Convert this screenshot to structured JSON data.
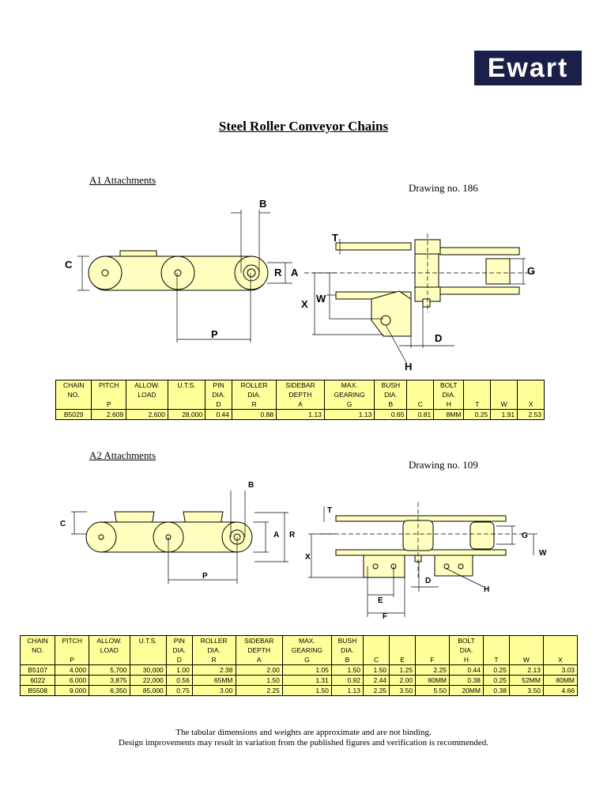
{
  "logo": "Ewart",
  "title": "Steel Roller Conveyor Chains",
  "a1": {
    "heading": "A1 Attachments",
    "drawing_no": "Drawing no. 186",
    "labels": {
      "B": "B",
      "C": "C",
      "R": "R",
      "A": "A",
      "P": "P",
      "T": "T",
      "G": "G",
      "X": "X",
      "W": "W",
      "D": "D",
      "H": "H"
    },
    "headers": [
      [
        "CHAIN",
        "NO.",
        ""
      ],
      [
        "PITCH",
        "",
        "P"
      ],
      [
        "ALLOW.",
        "LOAD",
        ""
      ],
      [
        "U.T.S.",
        "",
        ""
      ],
      [
        "PIN",
        "DIA.",
        "D"
      ],
      [
        "ROLLER",
        "DIA.",
        "R"
      ],
      [
        "SIDEBAR",
        "DEPTH",
        "A"
      ],
      [
        "MAX.",
        "GEARING",
        "G"
      ],
      [
        "BUSH",
        "DIA.",
        "B"
      ],
      [
        "",
        "",
        "C"
      ],
      [
        "BOLT",
        "DIA.",
        "H"
      ],
      [
        "",
        "",
        "T"
      ],
      [
        "",
        "",
        "W"
      ],
      [
        "",
        "",
        "X"
      ]
    ],
    "rows": [
      [
        "B5029",
        "2.609",
        "2,600",
        "28,000",
        "0.44",
        "0.88",
        "1.13",
        "1.13",
        "0.65",
        "0.81",
        "8MM",
        "0.25",
        "1.91",
        "2.53"
      ]
    ]
  },
  "a2": {
    "heading": "A2 Attachments",
    "drawing_no": "Drawing no. 109",
    "labels": {
      "B": "B",
      "C": "C",
      "R": "R",
      "A": "A",
      "P": "P",
      "T": "T",
      "G": "G",
      "X": "X",
      "W": "W",
      "D": "D",
      "H": "H",
      "E": "E",
      "F": "F"
    },
    "headers": [
      [
        "CHAIN",
        "NO.",
        ""
      ],
      [
        "PITCH",
        "",
        "P"
      ],
      [
        "ALLOW.",
        "LOAD",
        ""
      ],
      [
        "U.T.S.",
        "",
        ""
      ],
      [
        "PIN",
        "DIA.",
        "D"
      ],
      [
        "ROLLER",
        "DIA.",
        "R"
      ],
      [
        "SIDEBAR",
        "DEPTH",
        "A"
      ],
      [
        "MAX.",
        "GEARING",
        "G"
      ],
      [
        "BUSH",
        "DIA.",
        "B"
      ],
      [
        "",
        "",
        "C"
      ],
      [
        "",
        "",
        "E"
      ],
      [
        "",
        "",
        "F"
      ],
      [
        "BOLT",
        "DIA.",
        "H"
      ],
      [
        "",
        "",
        "T"
      ],
      [
        "",
        "",
        "W"
      ],
      [
        "",
        "",
        "X"
      ]
    ],
    "rows": [
      [
        "B5107",
        "4.000",
        "5,700",
        "30,000",
        "1.00",
        "2.38",
        "2.00",
        "1.05",
        "1.50",
        "1.50",
        "1.25",
        "2.25",
        "0.44",
        "0.25",
        "2.13",
        "3.03"
      ],
      [
        "6022",
        "6.000",
        "3,875",
        "22,000",
        "0.56",
        "65MM",
        "1.50",
        "1.31",
        "0.92",
        "2.44",
        "2.00",
        "80MM",
        "0.38",
        "0.25",
        "52MM",
        "80MM"
      ],
      [
        "B5508",
        "9.000",
        "6,350",
        "85,000",
        "0.75",
        "3.00",
        "2.25",
        "1.50",
        "1.13",
        "2.25",
        "3.50",
        "5.50",
        "20MM",
        "0.38",
        "3.50",
        "4.66"
      ]
    ]
  },
  "footer": {
    "line1": "The tabular dimensions and weights are approximate and are not binding.",
    "line2": "Design improvements may result in variation from the published figures and verification is recommended."
  },
  "colors": {
    "part_fill": "#ffffc0",
    "table_fill": "#ffff99",
    "logo_bg": "#1a1f4a"
  }
}
